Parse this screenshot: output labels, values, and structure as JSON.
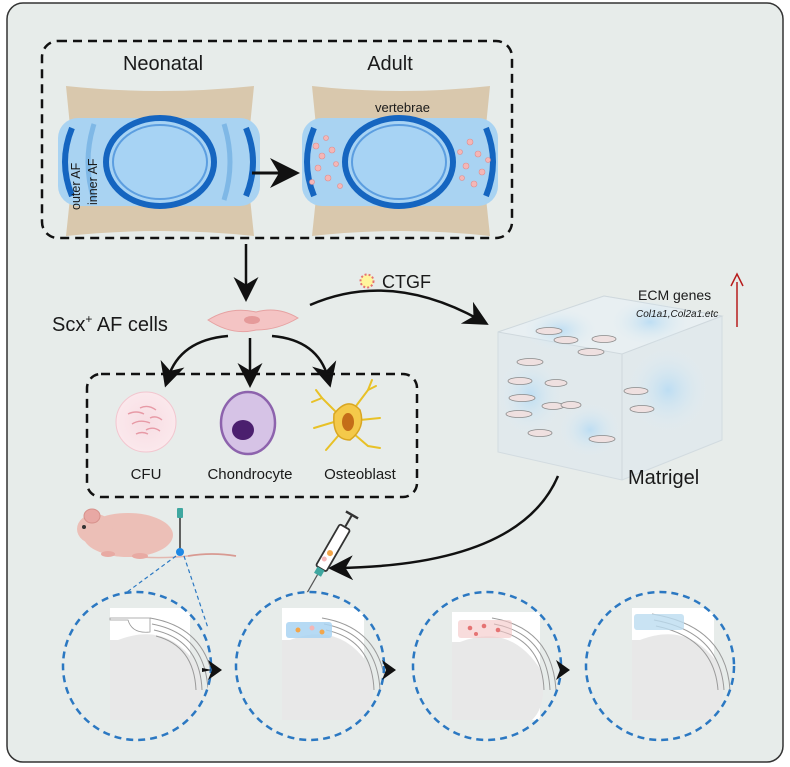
{
  "top_panel": {
    "neonatal_label": "Neonatal",
    "adult_label": "Adult",
    "vertebrae_label": "vertebrae",
    "outer_af_label": "outer AF",
    "inner_af_label": "inner AF"
  },
  "cells": {
    "scx_prefix": "Scx",
    "scx_superscript": "+",
    "scx_suffix": " AF cells",
    "ctgf_label": "CTGF"
  },
  "differentiation": {
    "cfu_label": "CFU",
    "chondrocyte_label": "Chondrocyte",
    "osteoblast_label": "Osteoblast"
  },
  "matrigel": {
    "label": "Matrigel",
    "ecm_genes_label": "ECM genes",
    "ecm_genes_examples": "Col1a1,Col2a1.etc"
  },
  "colors": {
    "background_panel": "#e7ecea",
    "vertebrae": "#d9c8ad",
    "af_light": "#a9d3f2",
    "af_dark": "#1565c0",
    "dashed_circle": "#2b78c2",
    "cell_pink": "#f4b6b6"
  }
}
